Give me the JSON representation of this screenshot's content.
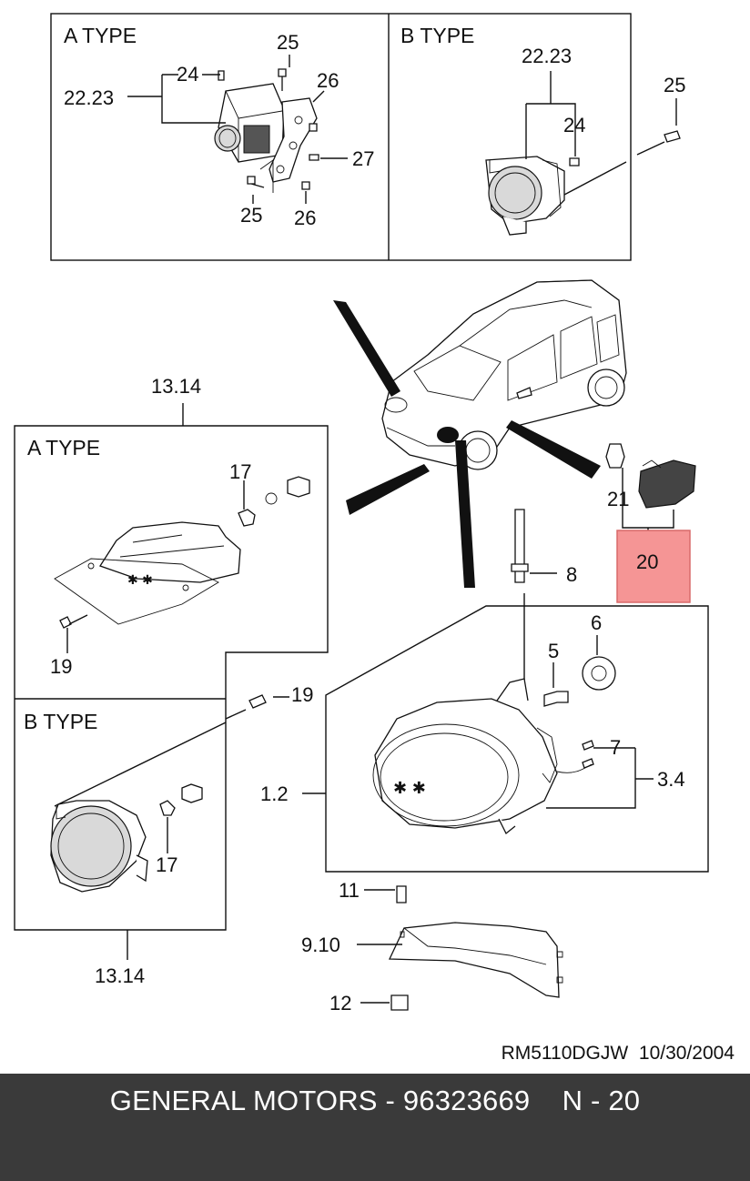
{
  "labels": {
    "a_type": "A TYPE",
    "b_type": "B TYPE",
    "p25": "25",
    "p24": "24",
    "p22_23": "22.23",
    "p26": "26",
    "p27": "27",
    "p13_14": "13.14",
    "p17": "17",
    "p19": "19",
    "p21": "21",
    "p20": "20",
    "p8": "8",
    "p6": "6",
    "p5": "5",
    "p7": "7",
    "p3_4": "3.4",
    "p1_2": "1.2",
    "p11": "11",
    "p9_10": "9.10",
    "p12": "12"
  },
  "doc_ref": "RM5110DGJW  10/30/2004",
  "footer": "GENERAL MOTORS - 96323669    N - 20",
  "colors": {
    "highlight": "#f59595",
    "highlight_border": "#d86a6a",
    "footer_bg": "#3a3a3a"
  }
}
